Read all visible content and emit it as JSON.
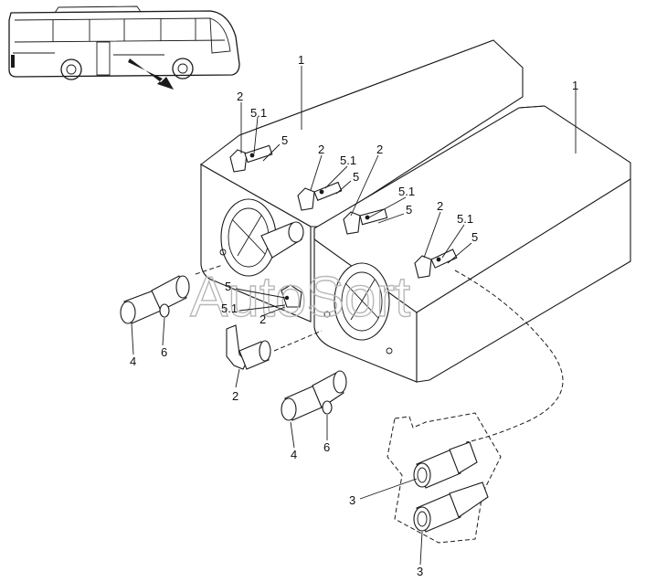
{
  "watermark": "AutoSort",
  "callouts": {
    "tank_left": "1",
    "tank_right": "1",
    "fitting_a": "2",
    "fitting_a_sub": "5.1",
    "fitting_a_pipe": "5",
    "fitting_b": "2",
    "fitting_b_sub": "5.1",
    "fitting_b_pipe": "5",
    "fitting_c": "2",
    "fitting_c_sub": "5.1",
    "fitting_c_pipe": "5",
    "fitting_d": "2",
    "fitting_d_sub": "5.1",
    "fitting_d_pipe": "5",
    "drain_pipe": "5",
    "drain_sub": "5.1",
    "drain_fitting": "2",
    "elbow": "2",
    "cap_left": "4",
    "plug_left": "6",
    "cap_mid": "4",
    "plug_mid": "6",
    "coupling_top": "3",
    "coupling_bottom": "3"
  }
}
